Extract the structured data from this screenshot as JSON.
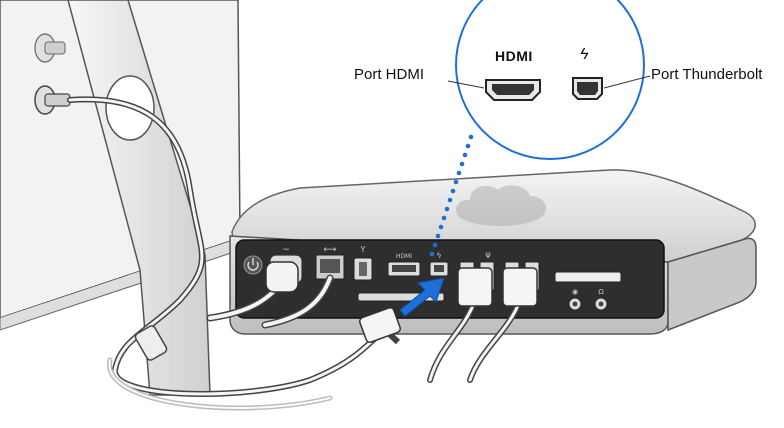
{
  "callout": {
    "hdmi_title": "HDMI",
    "thunderbolt_symbol": "ϟ",
    "hdmi_port_label": "Port HDMI",
    "thunderbolt_port_label": "Port Thunderbolt"
  },
  "rear_panel": {
    "hdmi_text": "HDMI"
  },
  "colors": {
    "arrow": "#1e6fd9",
    "dots": "#1e6fd9",
    "body_silver": "#d9d9d9",
    "panel_dark": "#2b2b2b"
  },
  "icons": [
    "power-icon",
    "ethernet-icon",
    "firewire-icon",
    "usb-icon",
    "audio-in-icon",
    "headphone-icon",
    "apple-logo-icon",
    "thunderbolt-icon"
  ]
}
